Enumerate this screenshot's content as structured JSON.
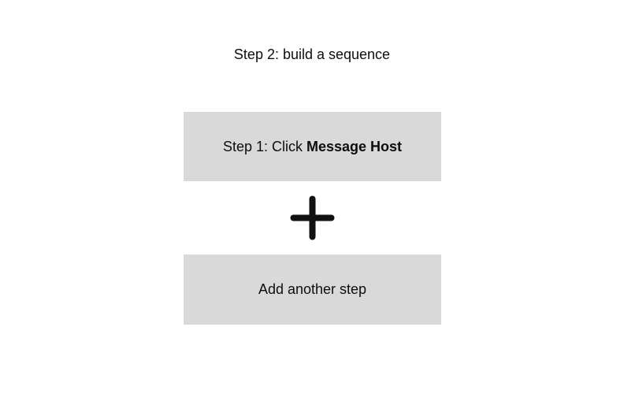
{
  "page": {
    "title": "Step 2: build a sequence"
  },
  "sequence": {
    "step_box": {
      "prefix": "Step 1: Click ",
      "bold_text": "Message Host"
    },
    "add_step_box": {
      "label": "Add another step"
    }
  },
  "icons": {
    "plus": "+"
  },
  "colors": {
    "box_bg": "#d9d9d9",
    "text": "#0d0d0d",
    "icon": "#111111"
  }
}
